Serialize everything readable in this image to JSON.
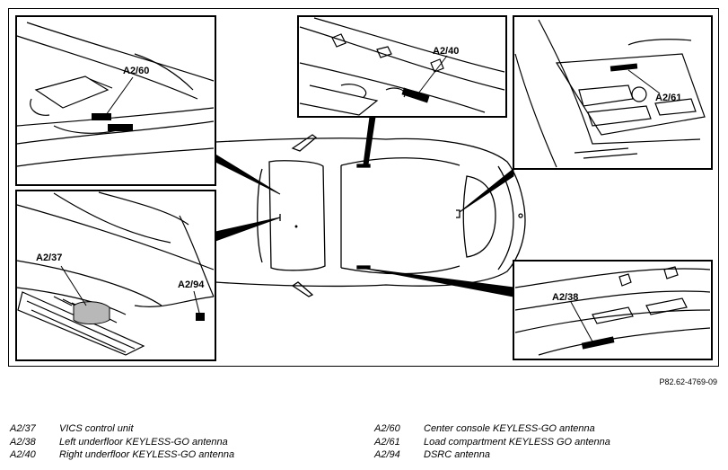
{
  "diagram": {
    "reference": "P82.62-4769-09",
    "callouts": {
      "a2_60": "A2/60",
      "a2_40": "A2/40",
      "a2_61": "A2/61",
      "a2_37": "A2/37",
      "a2_94": "A2/94",
      "a2_38": "A2/38"
    }
  },
  "legend": {
    "left": [
      {
        "code": "A2/37",
        "label": "VICS control unit"
      },
      {
        "code": "A2/38",
        "label": "Left underfloor KEYLESS-GO antenna"
      },
      {
        "code": "A2/40",
        "label": "Right underfloor KEYLESS-GO antenna"
      }
    ],
    "right": [
      {
        "code": "A2/60",
        "label": "Center console KEYLESS-GO antenna"
      },
      {
        "code": "A2/61",
        "label": "Load compartment KEYLESS GO antenna"
      },
      {
        "code": "A2/94",
        "label": "DSRC antenna"
      }
    ]
  }
}
